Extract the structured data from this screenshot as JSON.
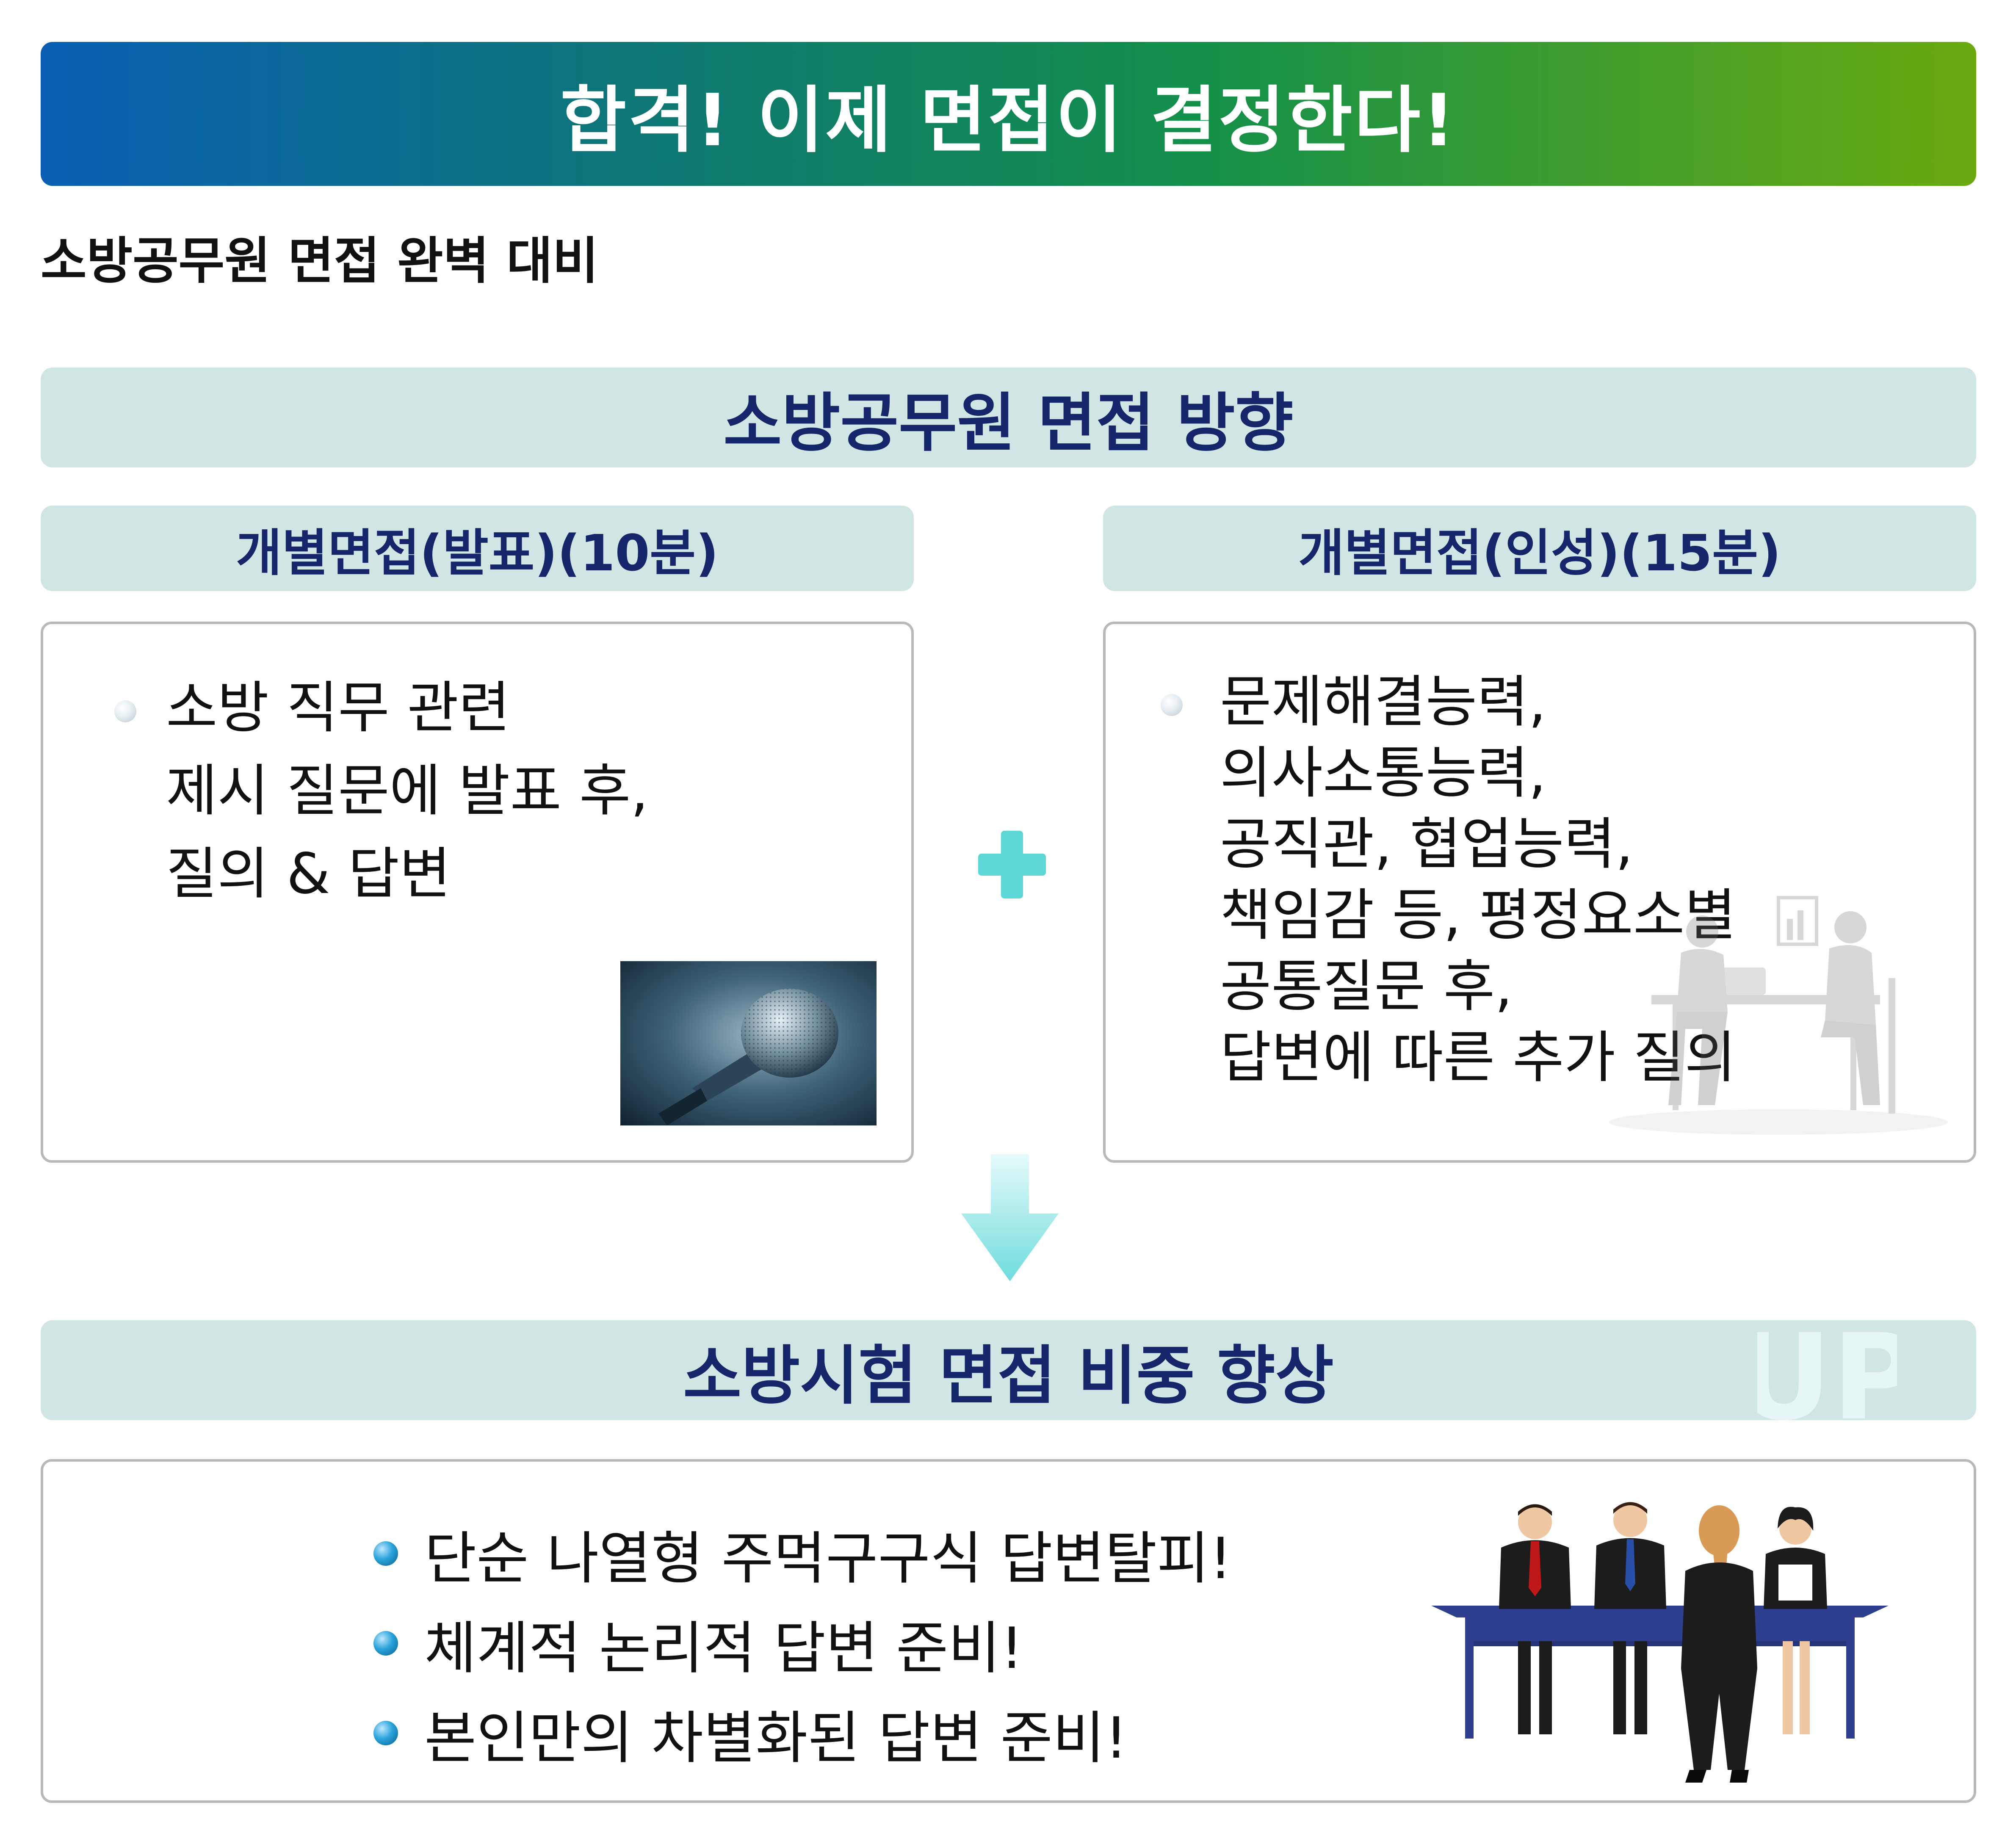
{
  "title": "합격! 이제 면접이 결정한다!",
  "subtitle": "소방공무원 면접 완벽 대비",
  "direction": {
    "header": "소방공무원 면접 방향",
    "left": {
      "header": "개별면접(발표)(10분)",
      "body": "소방 직무 관련\n제시 질문에 발표 후,\n질의 & 답변"
    },
    "right": {
      "header": "개별면접(인성)(15분)",
      "body": "문제해결능력,\n의사소통능력,\n공직관, 협업능력,\n책임감 등, 평정요소별\n공통질문 후,\n답변에 따른 추가 질의"
    }
  },
  "boost": {
    "header": "소방시험 면접 비중 향상",
    "watermark": "UP",
    "bullets": [
      "단순 나열형 주먹구구식 답변탈피!",
      "체계적 논리적 답변 준비!",
      "본인만의 차별화된 답변 준비!"
    ]
  },
  "icons": {
    "plus": "plus-icon",
    "arrow": "down-arrow-icon",
    "bullet": "bullet-dot-icon"
  },
  "colors": {
    "banner_start": "#0a5fb4",
    "banner_end": "#6aaa10",
    "band_bg": "#cfe6e4",
    "heading_text": "#15266b",
    "accent_cyan": "#5fd6d6"
  }
}
